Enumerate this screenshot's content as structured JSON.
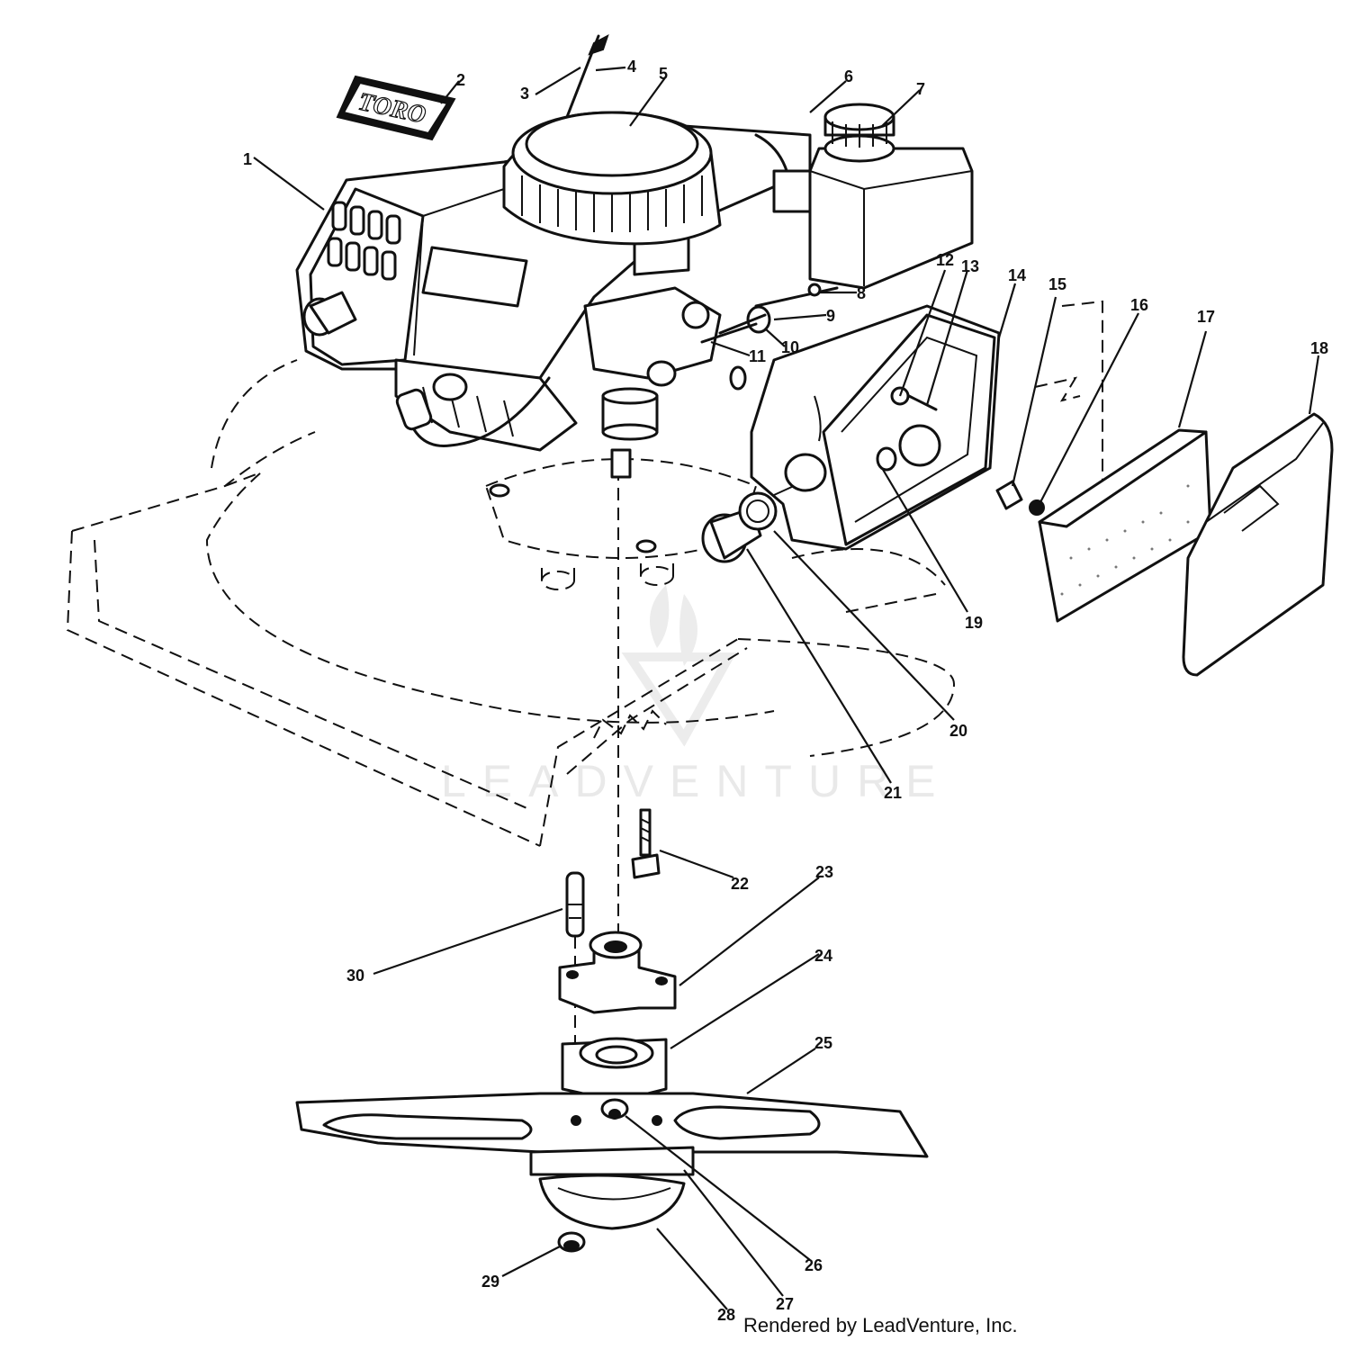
{
  "logo_text": "TORO",
  "watermark": "LEADVENTURE",
  "footer": "Rendered by LeadVenture, Inc.",
  "callouts": [
    {
      "id": "1",
      "label": "1"
    },
    {
      "id": "2",
      "label": "2"
    },
    {
      "id": "3",
      "label": "3"
    },
    {
      "id": "4",
      "label": "4"
    },
    {
      "id": "5",
      "label": "5"
    },
    {
      "id": "6",
      "label": "6"
    },
    {
      "id": "7",
      "label": "7"
    },
    {
      "id": "8",
      "label": "8"
    },
    {
      "id": "9",
      "label": "9"
    },
    {
      "id": "10",
      "label": "10"
    },
    {
      "id": "11",
      "label": "11"
    },
    {
      "id": "12",
      "label": "12"
    },
    {
      "id": "13",
      "label": "13"
    },
    {
      "id": "14",
      "label": "14"
    },
    {
      "id": "15",
      "label": "15"
    },
    {
      "id": "16",
      "label": "16"
    },
    {
      "id": "17",
      "label": "17"
    },
    {
      "id": "18",
      "label": "18"
    },
    {
      "id": "19",
      "label": "19"
    },
    {
      "id": "20",
      "label": "20"
    },
    {
      "id": "21",
      "label": "21"
    },
    {
      "id": "22",
      "label": "22"
    },
    {
      "id": "23",
      "label": "23"
    },
    {
      "id": "24",
      "label": "24"
    },
    {
      "id": "25",
      "label": "25"
    },
    {
      "id": "26",
      "label": "26"
    },
    {
      "id": "27",
      "label": "27"
    },
    {
      "id": "28",
      "label": "28"
    },
    {
      "id": "29",
      "label": "29"
    },
    {
      "id": "30",
      "label": "30"
    }
  ]
}
